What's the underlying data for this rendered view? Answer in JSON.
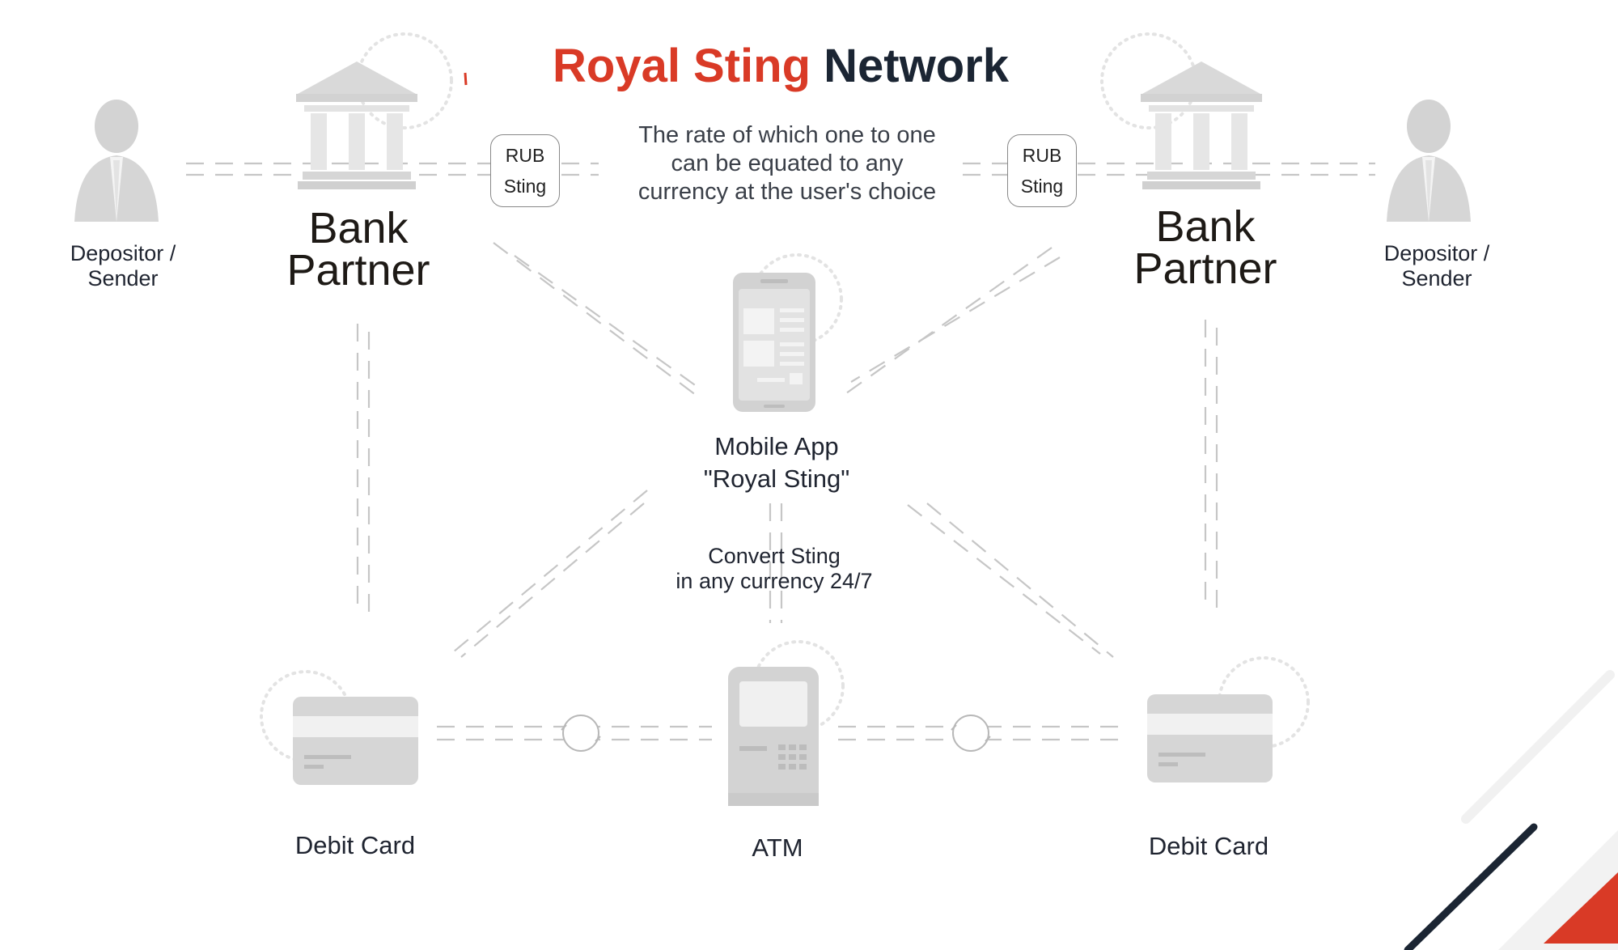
{
  "title": {
    "part1": "Royal Sting",
    "part2": "Network"
  },
  "rate_text": [
    "The rate of which one to one",
    "can be equated to any",
    "currency at the user's choice"
  ],
  "rub_box_left": {
    "line1": "RUB",
    "line2": "Sting"
  },
  "rub_box_right": {
    "line1": "RUB",
    "line2": "Sting"
  },
  "depositor_left": {
    "line1": "Depositor /",
    "line2": "Sender",
    "icon": "person-icon"
  },
  "depositor_right": {
    "line1": "Depositor /",
    "line2": "Sender",
    "icon": "person-icon"
  },
  "bank_left": {
    "line1": "Bank",
    "line2": "Partner",
    "icon": "bank-icon"
  },
  "bank_right": {
    "line1": "Bank",
    "line2": "Partner",
    "icon": "bank-icon"
  },
  "mobile_app": {
    "line1": "Mobile App",
    "line2": "\"Royal Sting\"",
    "icon": "smartphone-icon"
  },
  "convert_text": [
    "Convert Sting",
    "in any currency 24/7"
  ],
  "debit_card_left": {
    "label": "Debit Card",
    "icon": "credit-card-icon"
  },
  "atm": {
    "label": "ATM",
    "icon": "atm-icon"
  },
  "debit_card_right": {
    "label": "Debit Card",
    "icon": "credit-card-icon"
  },
  "colors": {
    "accent": "#d93a26",
    "dark": "#1b2533",
    "icon_gray": "#d9d9d9",
    "line_gray": "#c4c4c4"
  }
}
